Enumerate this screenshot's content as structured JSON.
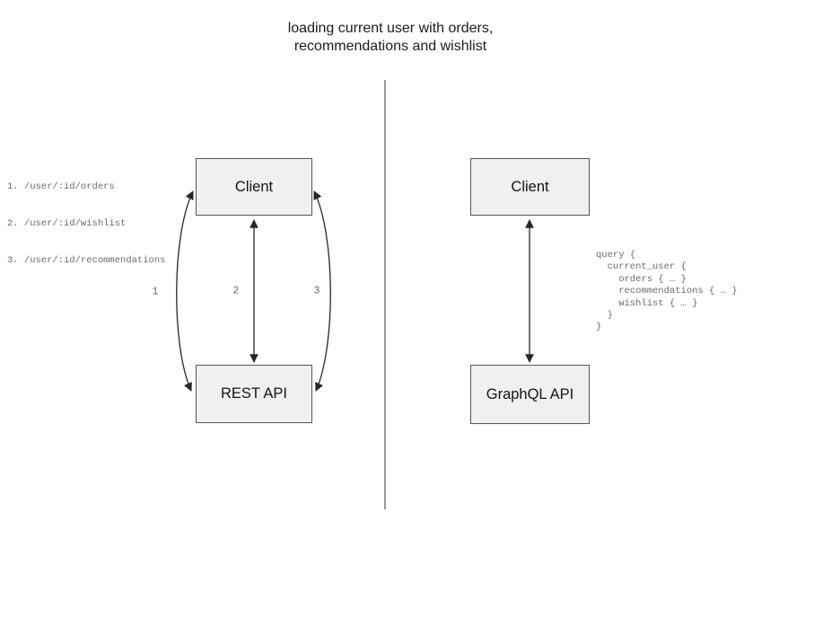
{
  "title": {
    "line1": "loading current user with orders,",
    "line2": "recommendations and wishlist"
  },
  "colors": {
    "box_fill": "#f0f0f0",
    "box_border": "#555555",
    "arrow": "#262626",
    "muted_text": "#6b6b6b",
    "divider": "#757575"
  },
  "left_panel": {
    "endpoints": [
      "1. /user/:id/orders",
      "2. /user/:id/wishlist",
      "3. /user/:id/recommendations"
    ],
    "client_label": "Client",
    "api_label": "REST API",
    "arrow_labels": [
      "1",
      "2",
      "3"
    ]
  },
  "right_panel": {
    "client_label": "Client",
    "api_label": "GraphQL API",
    "query": "query {\n  current_user {\n    orders { … }\n    recommendations { … }\n    wishlist { … }\n  }\n}"
  }
}
